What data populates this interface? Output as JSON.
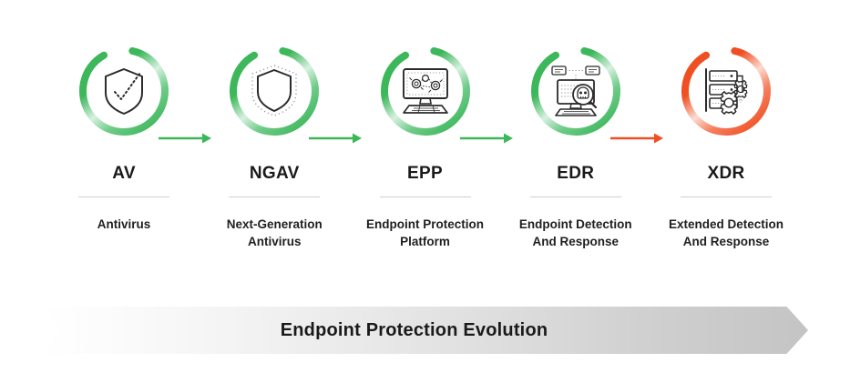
{
  "colors": {
    "green": "#3CB75A",
    "green_light": "#C9EBD3",
    "green_mid": "#7FD194",
    "orange": "#F04E23",
    "orange_light": "#FAD0C4",
    "orange_mid": "#F58466",
    "text_dark": "#1a1a1a",
    "divider": "#cfcfcf",
    "icon_stroke": "#2b2b2b",
    "banner_start": "#ffffff",
    "banner_end": "#c4c4c4"
  },
  "stages": [
    {
      "acronym": "AV",
      "description": "Antivirus",
      "icon": "shield-check-icon",
      "ring_color": "#3CB75A",
      "accent": "green"
    },
    {
      "acronym": "NGAV",
      "description": "Next-Generation\nAntivirus",
      "description_lines": [
        "Next-Generation",
        "Antivirus"
      ],
      "icon": "shield-dotted-icon",
      "ring_color": "#3CB75A",
      "accent": "green"
    },
    {
      "acronym": "EPP",
      "description": "Endpoint Protection\nPlatform",
      "description_lines": [
        "Endpoint Protection",
        "Platform"
      ],
      "icon": "monitor-network-icon",
      "ring_color": "#3CB75A",
      "accent": "green"
    },
    {
      "acronym": "EDR",
      "description": "Endpoint Detection\nAnd Response",
      "description_lines": [
        "Endpoint Detection",
        "And Response"
      ],
      "icon": "monitor-threat-search-icon",
      "ring_color": "#3CB75A",
      "accent": "green"
    },
    {
      "acronym": "XDR",
      "description": "Extended Detection\nAnd Response",
      "description_lines": [
        "Extended Detection",
        "And Response"
      ],
      "icon": "server-gears-icon",
      "ring_color": "#F04E23",
      "accent": "orange"
    }
  ],
  "connectors": [
    {
      "from": "AV",
      "to": "NGAV",
      "color": "#3CB75A"
    },
    {
      "from": "NGAV",
      "to": "EPP",
      "color": "#3CB75A"
    },
    {
      "from": "EPP",
      "to": "EDR",
      "color": "#3CB75A"
    },
    {
      "from": "EDR",
      "to": "XDR",
      "color": "#F04E23"
    }
  ],
  "banner": {
    "title": "Endpoint Protection Evolution"
  }
}
